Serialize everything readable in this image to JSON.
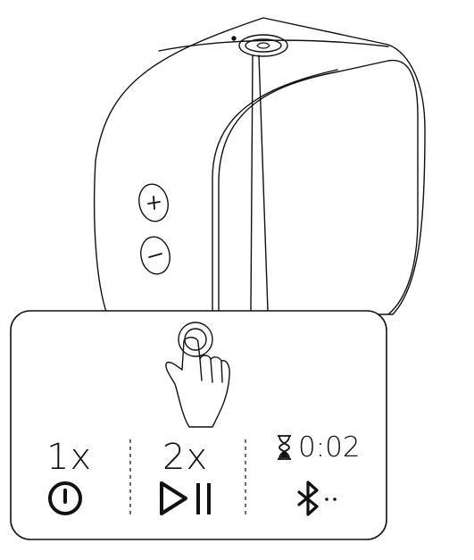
{
  "colors": {
    "line": "#111111",
    "background": "#ffffff"
  },
  "device": {
    "name": "speaker",
    "buttons": [
      {
        "icon": "plus-icon"
      },
      {
        "icon": "minus-icon"
      },
      {
        "icon": "multi-function-button-icon"
      }
    ]
  },
  "gesture": {
    "icon": "finger-press-icon"
  },
  "actions": [
    {
      "count": "1x",
      "icon": "power-icon"
    },
    {
      "count": "2x",
      "icon": "play-pause-icon"
    },
    {
      "duration": "0:02",
      "duration_icon": "hourglass-icon",
      "icon": "bluetooth-pairing-icon"
    }
  ]
}
